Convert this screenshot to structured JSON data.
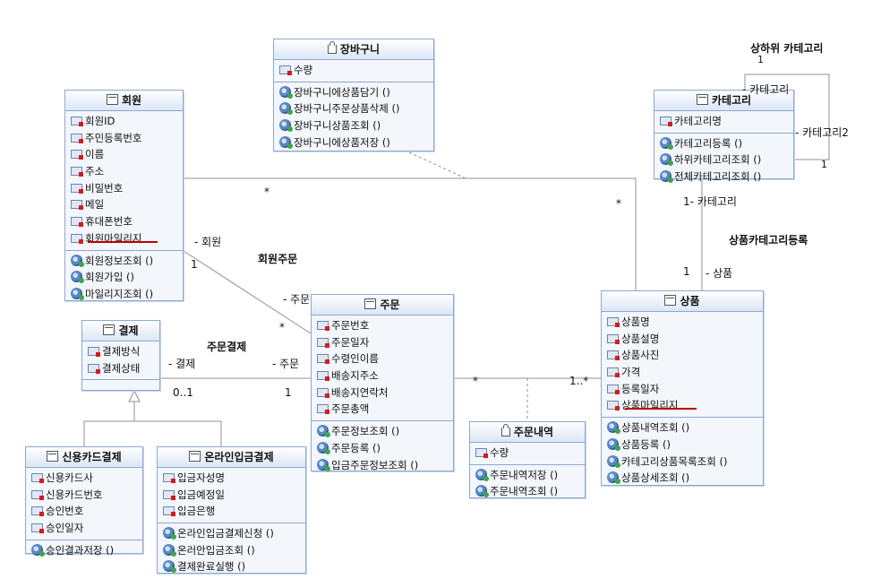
{
  "classes": {
    "cart": {
      "title": "장바구니",
      "attributes": [
        "수량"
      ],
      "operations": [
        "장바구니에상품담기 ()",
        "장바구니주문상품삭제 ()",
        "장바구니상품조회 ()",
        "장바구니에상품저장 ()"
      ]
    },
    "member": {
      "title": "회원",
      "attributes": [
        "회원ID",
        "주민등록번호",
        "이름",
        "주소",
        "비밀번호",
        "메일",
        "휴대폰번호",
        "회원마일리지"
      ],
      "operations": [
        "회원정보조회 ()",
        "회원가입 ()",
        "마일리지조회 ()"
      ]
    },
    "category": {
      "title": "카테고리",
      "attributes": [
        "카테고리명"
      ],
      "operations": [
        "카테고리등록 ()",
        "하위카테고리조회 ()",
        "전체카테고리조회 ()"
      ]
    },
    "payment": {
      "title": "결제",
      "attributes": [
        "결제방식",
        "결제상태"
      ],
      "operations": []
    },
    "order": {
      "title": "주문",
      "attributes": [
        "주문번호",
        "주문일자",
        "수령인이름",
        "배송지주소",
        "배송지연락처",
        "주문총액"
      ],
      "operations": [
        "주문정보조회 ()",
        "주문등록 ()",
        "입금주문정보조회 ()"
      ]
    },
    "product": {
      "title": "상품",
      "attributes": [
        "상품명",
        "상품설명",
        "상품사진",
        "가격",
        "등록일자",
        "상품마일리지"
      ],
      "operations": [
        "상품내역조회 ()",
        "상품등록 ()",
        "카테고리상품목록조회 ()",
        "상품상세조회 ()"
      ]
    },
    "card": {
      "title": "신용카드결제",
      "attributes": [
        "신용카드사",
        "신용카드번호",
        "승인번호",
        "승인일자"
      ],
      "operations": [
        "승인결과저장 ()"
      ]
    },
    "online": {
      "title": "온라인입금결제",
      "attributes": [
        "입금자성명",
        "입금예정일",
        "입금은행"
      ],
      "operations": [
        "온라인입금결제신청 ()",
        "온러안입금조회 ()",
        "결제완료실행 ()"
      ]
    },
    "detail": {
      "title": "주문내역",
      "attributes": [
        "수량"
      ],
      "operations": [
        "주문내역저장 ()",
        "주문내역조회 ()"
      ]
    }
  },
  "labels": {
    "hier_title": "상하위 카테고리",
    "hier_top_mult": "1",
    "hier_role1": "- 카테고리",
    "hier_role2": "- 카테고리2",
    "hier_bottom_mult": "1",
    "cat_role": "1- 카테고리",
    "prodcat_assoc": "상품카테고리등록",
    "prod_mult": "1",
    "prod_role": "- 상품",
    "member_star": "*",
    "product_star": "*",
    "member_role": "- 회원",
    "member_one": "1",
    "member_order_assoc": "회원주문",
    "order_role1": "- 주문",
    "order_star": "*",
    "payorder_assoc": "주문결제",
    "pay_role": "- 결제",
    "order_role2": "- 주문",
    "pay_mult": "0..1",
    "order_one": "1",
    "order_star2": "*",
    "prod_many": "1..*"
  },
  "colors": {
    "box_border": "#8ea9cf",
    "box_fill": "#f3f6fb",
    "underline": "#c00000",
    "attr_marker": "#d21c1c",
    "op_marker": "#3aa845"
  }
}
